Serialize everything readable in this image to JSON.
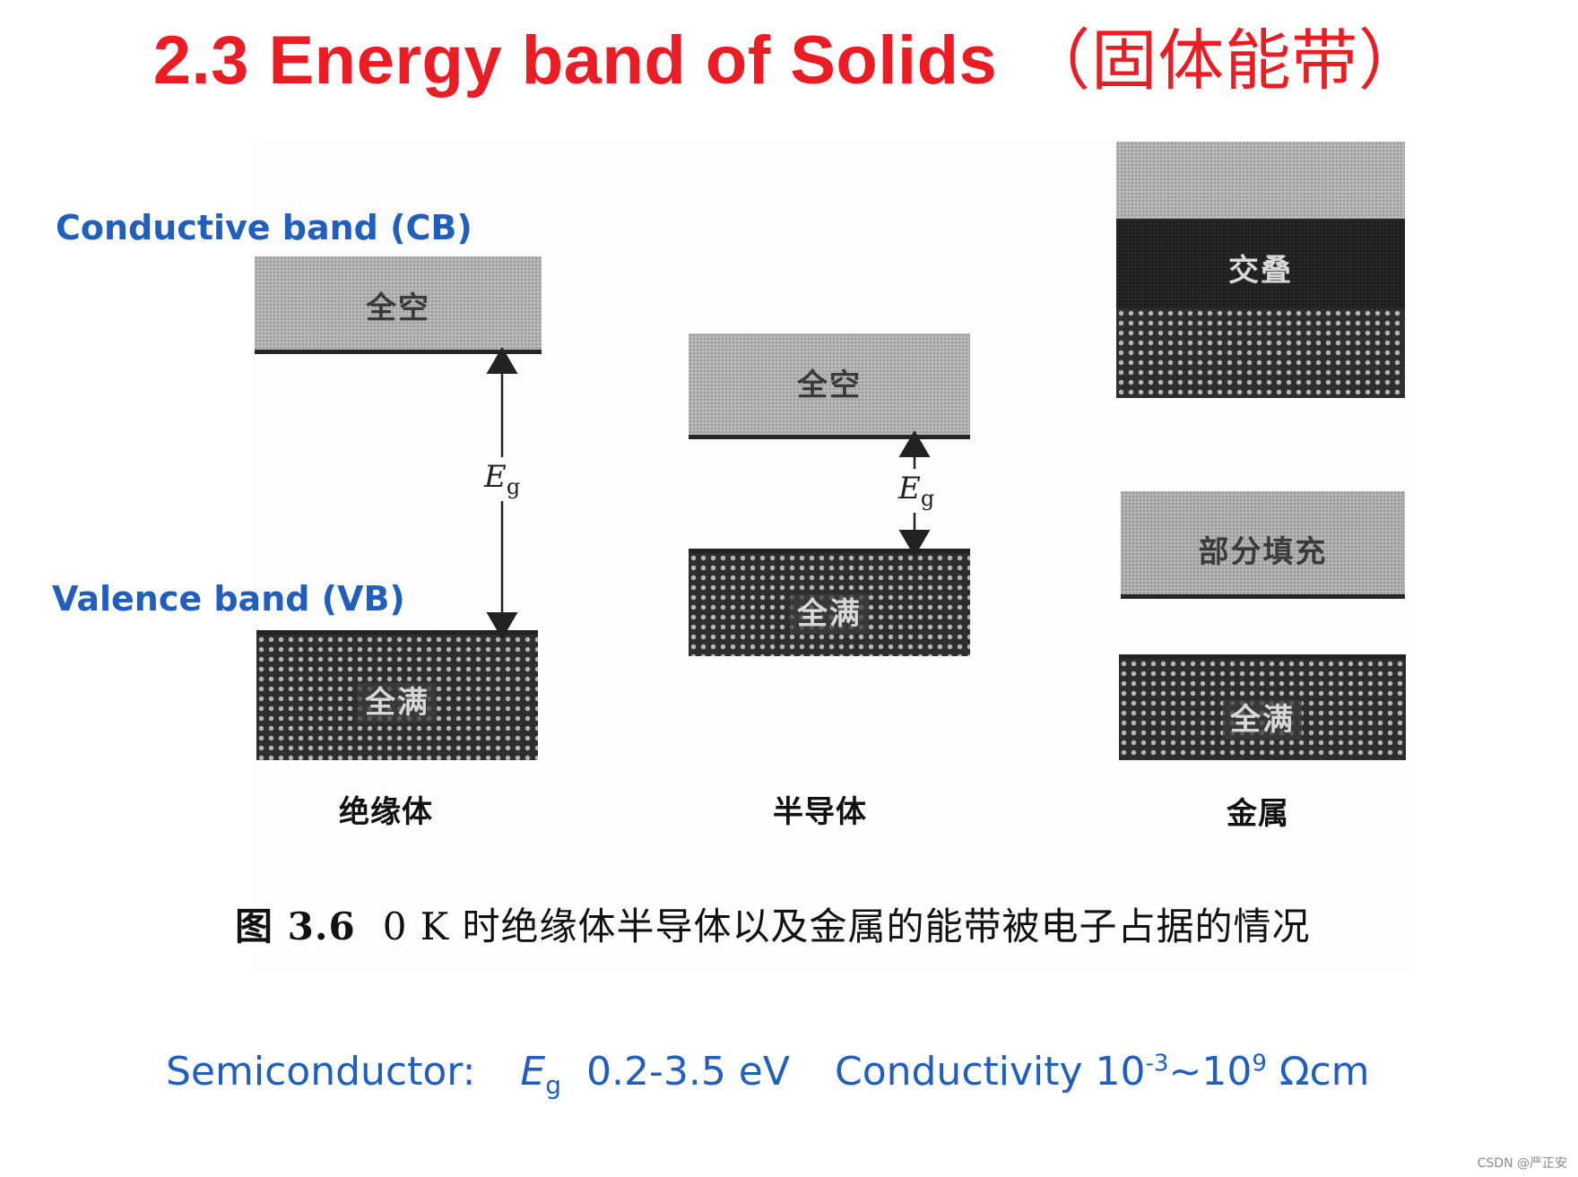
{
  "title": {
    "main": "2.3 Energy band of Solids",
    "zh": "（固体能带）"
  },
  "side_labels": {
    "cb": "Conductive band (CB)",
    "vb": "Valence band (VB)"
  },
  "bands": {
    "empty_label": "全空",
    "full_label": "全满",
    "overlap_label": "交叠",
    "partial_label": "部分填充"
  },
  "gap": {
    "symbol": "E",
    "sub": "g"
  },
  "materials": {
    "insulator": "绝缘体",
    "semiconductor": "半导体",
    "metal": "金属"
  },
  "caption": {
    "number": "图 3.6",
    "text": "0 K 时绝缘体半导体以及金属的能带被电子占据的情况"
  },
  "summary": {
    "label": "Semiconductor:",
    "eg_symbol": "E",
    "eg_sub": "g",
    "eg_range": "0.2-3.5 eV",
    "cond_label": "Conductivity 10",
    "cond_exp1": "-3",
    "cond_mid": "~10",
    "cond_exp2": "9",
    "cond_unit": " Ωcm"
  },
  "watermark": "CSDN @严正安",
  "colors": {
    "title": "#ec1c24",
    "accent_blue": "#1f5fbf"
  }
}
